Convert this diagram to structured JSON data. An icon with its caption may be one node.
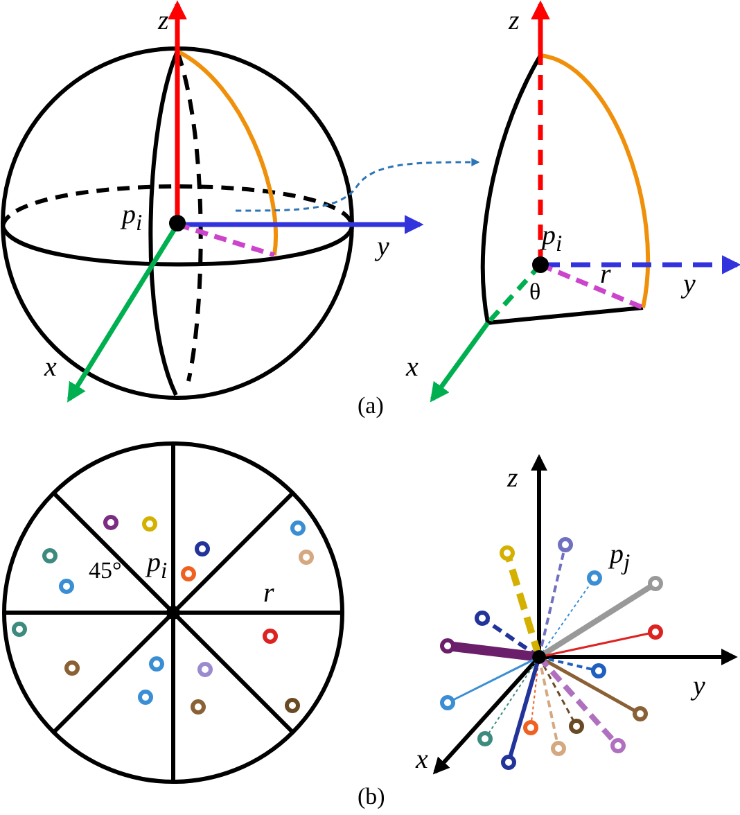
{
  "diagram": {
    "nodes": [
      {
        "text": [],
        "shape": "sphere"
      },
      {
        "text": [],
        "shape": "wedge"
      }
    ],
    "edges": [
      {
        "from": 0,
        "to": 1,
        "arrow": "to",
        "style": "dashed",
        "color": "#2e75b6"
      }
    ],
    "labels": [
      "z",
      "z",
      "p$_{i}$",
      "y",
      "p$_{i}$",
      "r",
      "y",
      "θ",
      "x",
      "x",
      "(a)",
      "z",
      "p$_{i}$",
      "45°",
      "r",
      "p$_{j}$",
      "y",
      "x",
      "(b)"
    ]
  }
}
